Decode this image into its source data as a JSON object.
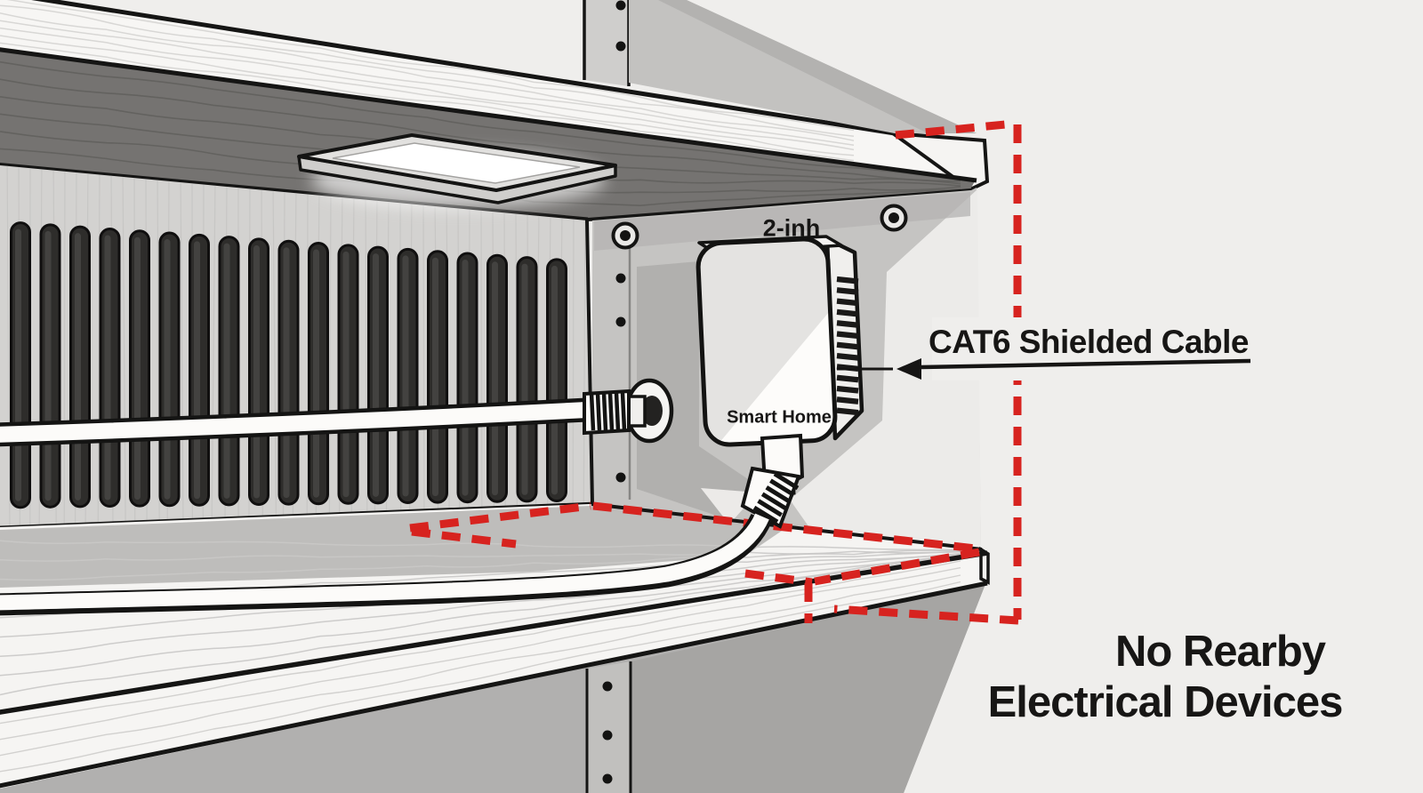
{
  "device": {
    "size_label": "2-inh",
    "brand_label": "Smart Home"
  },
  "callout": {
    "cable_label": "CAT6 Shielded Cable"
  },
  "note": {
    "line1": "No Rearby",
    "line2": "Electrical Devices"
  },
  "colors": {
    "accent_red": "#d7231f",
    "background": "#efeeec",
    "wall_gray": "#c5c4c2",
    "wood_white": "#f7f6f4",
    "wood_dark": "#757371",
    "outline_black": "#151514"
  },
  "icons": {
    "clearance_zone": "red-dashed-outline",
    "callout_pointer": "left-arrow-icon",
    "fasteners": "screw-icon",
    "ventilation": "vent-slot-icon"
  }
}
